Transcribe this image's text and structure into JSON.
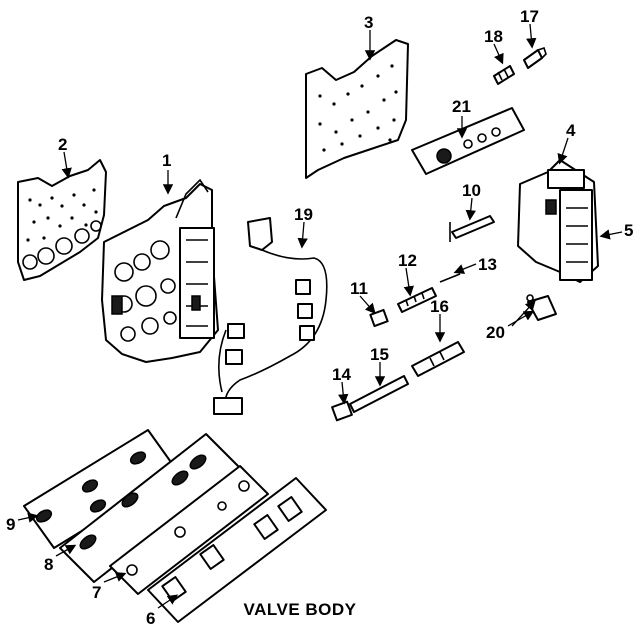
{
  "diagram": {
    "caption": "VALVE BODY",
    "callouts": [
      "1",
      "2",
      "3",
      "4",
      "5",
      "6",
      "7",
      "8",
      "9",
      "10",
      "11",
      "12",
      "13",
      "14",
      "15",
      "16",
      "17",
      "18",
      "19",
      "20",
      "21"
    ]
  },
  "colors": {
    "ink": "#000000",
    "paper": "#ffffff"
  }
}
